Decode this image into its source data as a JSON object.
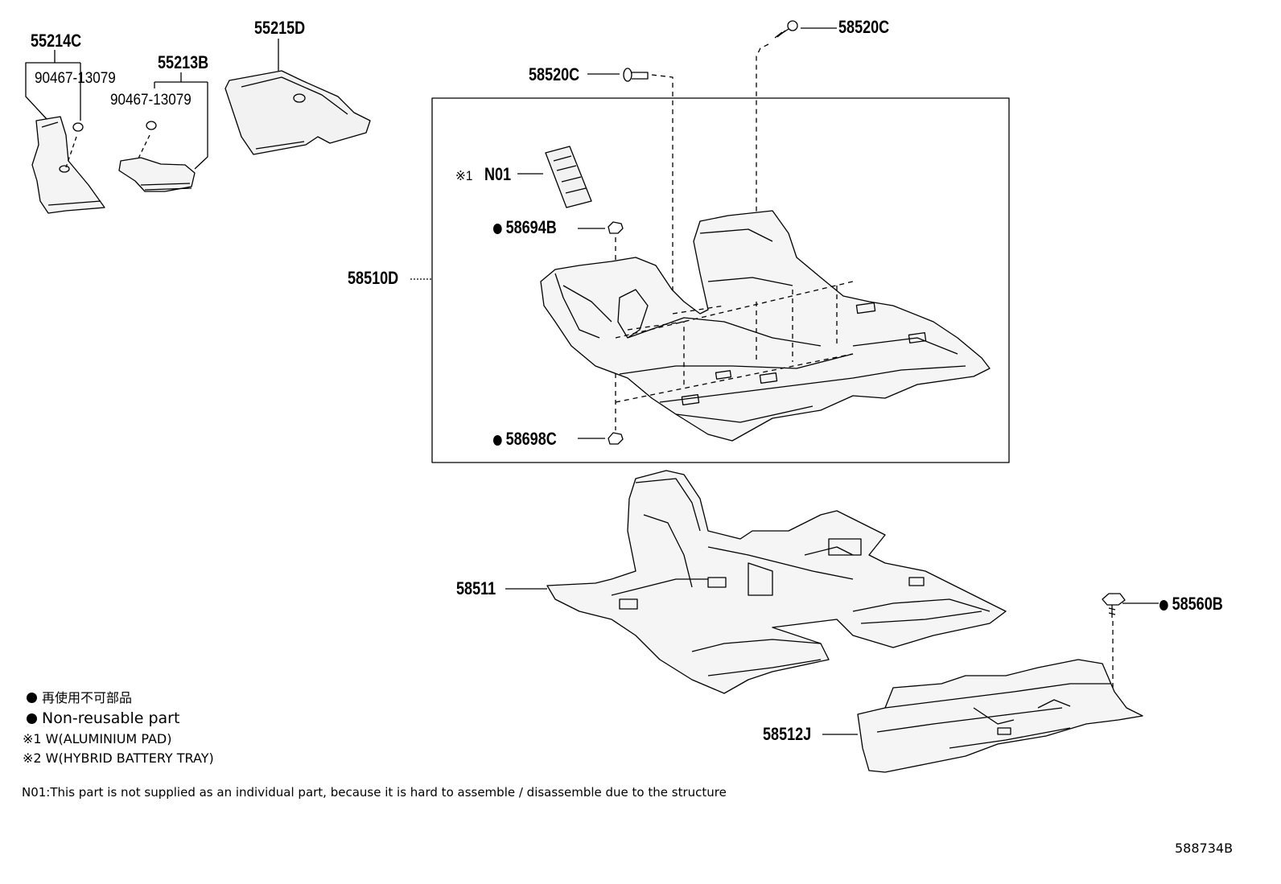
{
  "parts": {
    "p55214C": "55214C",
    "p90467_a": "90467-13079",
    "p55213B": "55213B",
    "p90467_b": "90467-13079",
    "p55215D": "55215D",
    "p58520C_top": "58520C",
    "p58520C_mid": "58520C",
    "pN01_mark": "※1",
    "pN01": "N01",
    "p58694B": "58694B",
    "p58510D": "58510D",
    "p58698C": "58698C",
    "p58511": "58511",
    "p58560B": "58560B",
    "p58512J": "58512J"
  },
  "legend": {
    "non_reusable_jp": "再使用不可部品",
    "non_reusable_en": "Non-reusable part",
    "note1": "※1 W(ALUMINIUM PAD)",
    "note2": "※2 W(HYBRID BATTERY TRAY)"
  },
  "footnote": "N01:This part is not supplied as an individual part, because it is hard to assemble / disassemble due to the structure",
  "diagram_id": "588734B"
}
